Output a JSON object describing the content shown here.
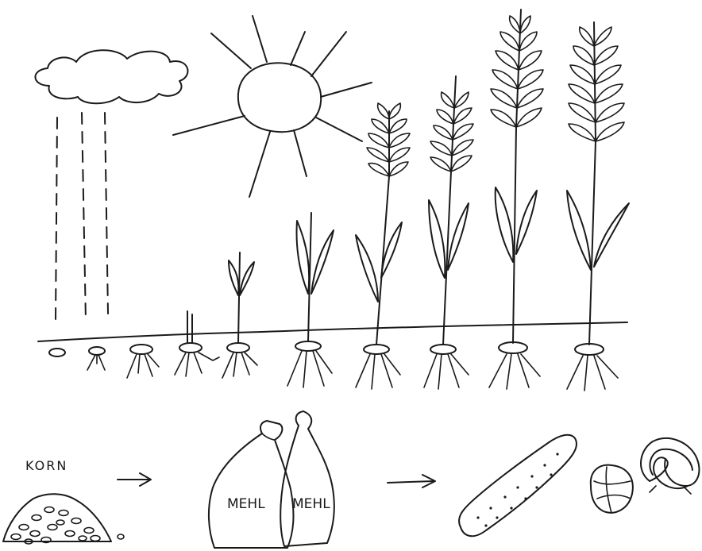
{
  "labels": {
    "grain": "KORN",
    "flour_bag_1": "MEHL",
    "flour_bag_2": "MEHL"
  },
  "stages": {
    "seed_sprouts": 5,
    "growing_plants": 5
  }
}
